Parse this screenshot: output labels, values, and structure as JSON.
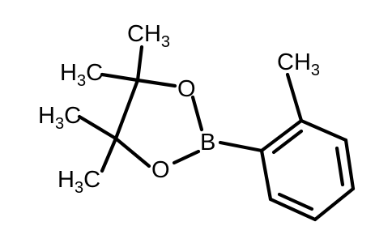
{
  "molecule": {
    "atoms": {
      "methyl_top_right": {
        "main": "CH",
        "sub": "3"
      },
      "methyl_upper_left": {
        "main": "H",
        "sub": "3",
        "tail": "C"
      },
      "methyl_lower_left": {
        "main": "H",
        "sub": "3",
        "tail": "C"
      },
      "methyl_bottom": {
        "main": "H",
        "sub": "3",
        "tail": "C"
      },
      "methyl_aryl": {
        "main": "CH",
        "sub": "3"
      },
      "oxygen_top": "O",
      "oxygen_bottom": "O",
      "boron": "B"
    },
    "colors": {
      "ink": "#000000",
      "background": "#ffffff"
    }
  }
}
